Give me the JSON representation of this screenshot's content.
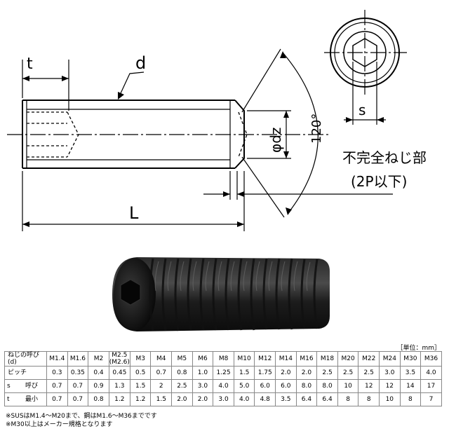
{
  "drawing": {
    "label_t": "t",
    "label_d": "d",
    "label_L": "L",
    "label_s": "s",
    "label_dz": "φdz",
    "label_angle": "120°",
    "note_line1": "不完全ねじ部",
    "note_line2": "(2P以下)"
  },
  "unit_label": "［単位：mm］",
  "table": {
    "header_label_line1": "ねじの呼び",
    "header_label_line2": "(d)",
    "sizes": [
      {
        "top": "M1.4"
      },
      {
        "top": "M1.6"
      },
      {
        "top": "M2"
      },
      {
        "top": "M2.5",
        "bottom": "(M2.6)"
      },
      {
        "top": "M3"
      },
      {
        "top": "M4"
      },
      {
        "top": "M5"
      },
      {
        "top": "M6"
      },
      {
        "top": "M8"
      },
      {
        "top": "M10"
      },
      {
        "top": "M12"
      },
      {
        "top": "M14"
      },
      {
        "top": "M16"
      },
      {
        "top": "M18"
      },
      {
        "top": "M20"
      },
      {
        "top": "M22"
      },
      {
        "top": "M24"
      },
      {
        "top": "M30"
      },
      {
        "top": "M36"
      }
    ],
    "rows": [
      {
        "cat": "",
        "name": "ピッチ",
        "merged": true,
        "values": [
          "0.3",
          "0.35",
          "0.4",
          "0.45",
          "0.5",
          "0.7",
          "0.8",
          "1.0",
          "1.25",
          "1.5",
          "1.75",
          "2.0",
          "2.0",
          "2.5",
          "2.5",
          "2.5",
          "3.0",
          "3.5",
          "4.0"
        ]
      },
      {
        "cat": "s",
        "name": "呼び",
        "merged": false,
        "values": [
          "0.7",
          "0.7",
          "0.9",
          "1.3",
          "1.5",
          "2",
          "2.5",
          "3.0",
          "4.0",
          "5.0",
          "6.0",
          "6.0",
          "8.0",
          "8.0",
          "10",
          "12",
          "12",
          "14",
          "17"
        ]
      },
      {
        "cat": "t",
        "name": "最小",
        "merged": false,
        "values": [
          "0.7",
          "0.7",
          "0.8",
          "1.2",
          "1.2",
          "1.5",
          "2.0",
          "2.0",
          "3.0",
          "4.0",
          "4.8",
          "3.5",
          "6.4",
          "6.4",
          "8",
          "8",
          "10",
          "8",
          "7"
        ]
      }
    ]
  },
  "notes": [
    "※SUSはM1.4～M20まで、鋼はM1.6～M36までです",
    "※M30以上はメーカー規格となります"
  ]
}
